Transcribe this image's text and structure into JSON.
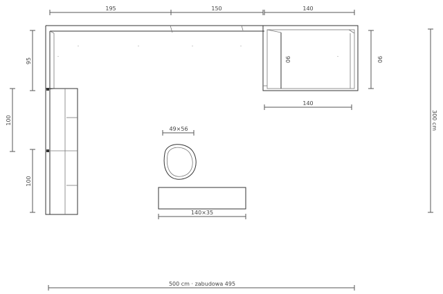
{
  "dimensions": {
    "top_left": "195",
    "top_middle": "150",
    "top_right": "140",
    "left_upper": "95",
    "left_middle": "100",
    "left_lower": "100",
    "chaise_depth_inner": "90",
    "chaise_depth_outer": "90",
    "chaise_width": "140",
    "height_total": "300 cm",
    "width_total": "500 cm · zabudowa 495"
  },
  "pouf": {
    "size": "49×56"
  },
  "table": {
    "size": "140×35"
  },
  "colors": {
    "line": "#333333",
    "dimension": "#555555",
    "text": "#444444"
  }
}
